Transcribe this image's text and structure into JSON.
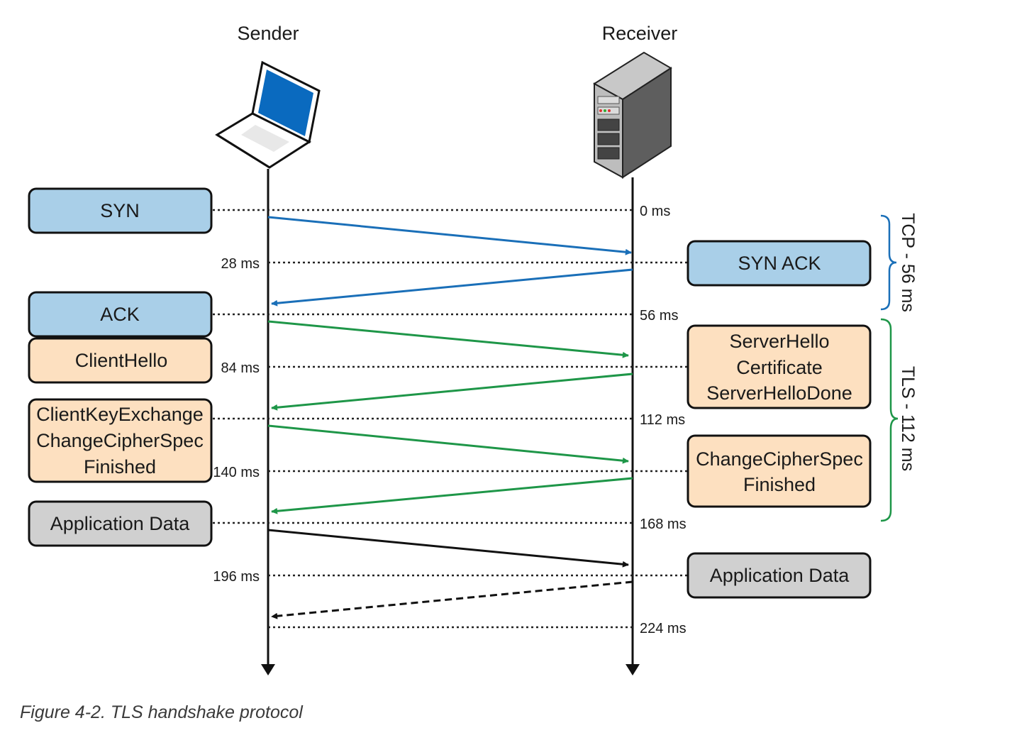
{
  "actors": {
    "sender": "Sender",
    "receiver": "Receiver"
  },
  "colors": {
    "tcp_box": "#a9cfe8",
    "tls_box": "#fde0c0",
    "app_box": "#d0d0d0",
    "tcp_arrow": "#1a6fb8",
    "tls_arrow": "#1e9648",
    "app_arrow": "#111111"
  },
  "boxes": {
    "syn": {
      "lines": [
        "SYN"
      ],
      "kind": "tcp"
    },
    "syn_ack": {
      "lines": [
        "SYN ACK"
      ],
      "kind": "tcp"
    },
    "ack": {
      "lines": [
        "ACK"
      ],
      "kind": "tcp"
    },
    "client_hello": {
      "lines": [
        "ClientHello"
      ],
      "kind": "tls"
    },
    "server_hello": {
      "lines": [
        "ServerHello",
        "Certificate",
        "ServerHelloDone"
      ],
      "kind": "tls"
    },
    "client_key_exchange": {
      "lines": [
        "ClientKeyExchange",
        "ChangeCipherSpec",
        "Finished"
      ],
      "kind": "tls"
    },
    "server_finished": {
      "lines": [
        "ChangeCipherSpec",
        "Finished"
      ],
      "kind": "tls"
    },
    "client_app_data": {
      "lines": [
        "Application Data"
      ],
      "kind": "app"
    },
    "server_app_data": {
      "lines": [
        "Application Data"
      ],
      "kind": "app"
    }
  },
  "times": {
    "t0": "0 ms",
    "t28": "28 ms",
    "t56": "56 ms",
    "t84": "84 ms",
    "t112": "112 ms",
    "t140": "140 ms",
    "t168": "168 ms",
    "t196": "196 ms",
    "t224": "224 ms"
  },
  "braces": {
    "tcp": "TCP - 56 ms",
    "tls": "TLS - 112 ms"
  },
  "caption": "Figure 4-2. TLS handshake protocol"
}
